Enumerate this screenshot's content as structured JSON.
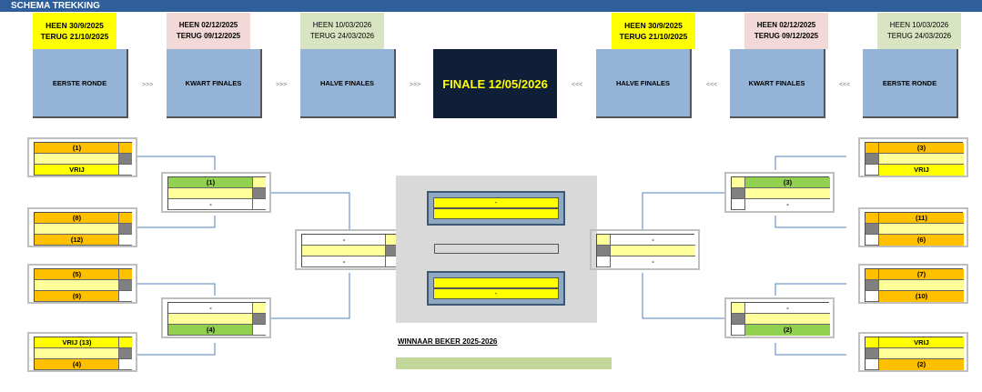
{
  "title": "SCHEMA TREKKING",
  "dates": {
    "round1": {
      "heen": "HEEN 30/9/2025",
      "terug": "TERUG 21/10/2025"
    },
    "qf": {
      "heen": "HEEN 02/12/2025",
      "terug": "TERUG 09/12/2025"
    },
    "sf": {
      "heen": "HEEN 10/03/2026",
      "terug": "TERUG 24/03/2026"
    }
  },
  "rounds": {
    "first": "EERSTE RONDE",
    "quarter": "KWART FINALES",
    "semi": "HALVE FINALES",
    "final": "FINALE 12/05/2026"
  },
  "arrows": {
    "right": ">>>",
    "left": "<<<"
  },
  "r1_left": [
    {
      "top": "(1)",
      "bottom": "VRIJ"
    },
    {
      "top": "(8)",
      "bottom": "(12)"
    },
    {
      "top": "(5)",
      "bottom": "(9)"
    },
    {
      "top": "VRIJ (13)",
      "bottom": "(4)"
    }
  ],
  "r1_right": [
    {
      "top": "(3)",
      "bottom": "VRIJ"
    },
    {
      "top": "(11)",
      "bottom": "(6)"
    },
    {
      "top": "(7)",
      "bottom": "(10)"
    },
    {
      "top": "VRIJ",
      "bottom": "(2)"
    }
  ],
  "qf_left": [
    {
      "top": "(1)",
      "bottom": "-"
    },
    {
      "top": "-",
      "bottom": "(4)"
    }
  ],
  "qf_right": [
    {
      "top": "(3)",
      "bottom": "-"
    },
    {
      "top": "-",
      "bottom": "(2)"
    }
  ],
  "sf_left": {
    "top": "-",
    "bottom": "-"
  },
  "sf_right": {
    "top": "-",
    "bottom": "-"
  },
  "final": {
    "top": "-",
    "bottom": "-"
  },
  "winner_label": "WINNAAR BEKER 2025-2026",
  "colors": {
    "orange": "#ffc000",
    "yellow": "#ffff00",
    "lightyellow": "#ffff99",
    "green": "#92d050",
    "gray": "#808080"
  }
}
